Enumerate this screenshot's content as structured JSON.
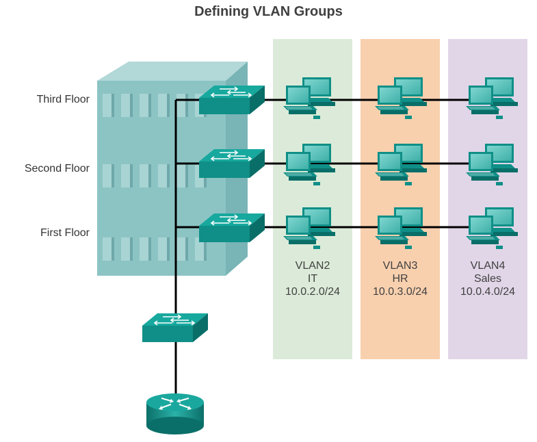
{
  "title": "Defining VLAN Groups",
  "floors": [
    {
      "label": "Third Floor"
    },
    {
      "label": "Second Floor"
    },
    {
      "label": "First Floor"
    }
  ],
  "vlans": [
    {
      "name": "VLAN2",
      "dept": "IT",
      "subnet": "10.0.2.0/24",
      "color": "#dcebd9"
    },
    {
      "name": "VLAN3",
      "dept": "HR",
      "subnet": "10.0.3.0/24",
      "color": "#f8d0ae"
    },
    {
      "name": "VLAN4",
      "dept": "Sales",
      "subnet": "10.0.4.0/24",
      "color": "#e1d6e8"
    }
  ],
  "icons": {
    "switch": "switch-icon",
    "router": "router-icon",
    "pc": "pc-icon",
    "building": "building-icon"
  },
  "colors": {
    "device_teal": "#0f8f87",
    "building": "#8cc4c4",
    "link": "#000000"
  }
}
